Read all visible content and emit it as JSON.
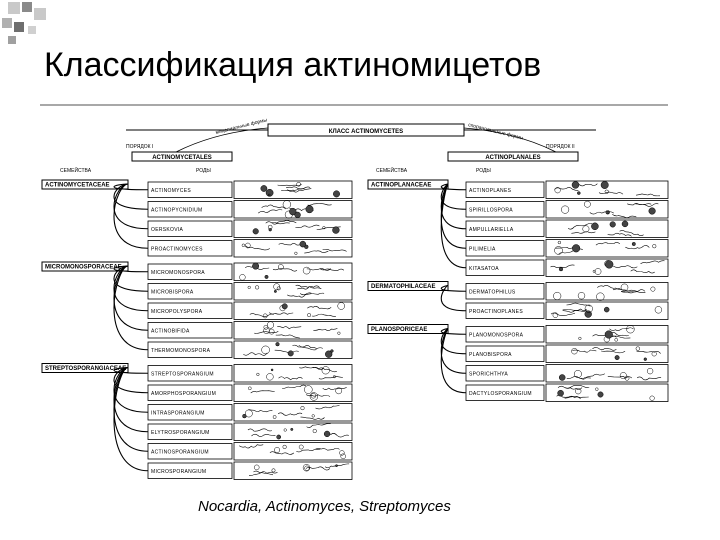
{
  "title": "Классификация актиномицетов",
  "caption": "Nocardia, Actinomyces, Streptomyces",
  "diagram": {
    "class_label": "КЛАСС  ACTINOMYCETES",
    "orders_left_header": "ПОРЯДОК I",
    "orders_right_header": "ПОРЯДОК II",
    "order_left": "ACTINOMYCETALES",
    "order_right": "ACTINOPLANALES",
    "arc_left_text": "мицелиальные формы",
    "arc_right_text": "спорангиальные формы",
    "col_family_left": "СЕМЕЙСТВА",
    "col_genus_left": "РОДЫ",
    "col_family_right": "СЕМЕЙСТВА",
    "col_genus_right": "РОДЫ",
    "left_families": [
      {
        "name": "ACTINOMYCETACEAE",
        "genera": [
          "ACTINOMYCES",
          "ACTINOPYCNIDIUM",
          "OERSKOVIA",
          "PROACTINOMYCES"
        ]
      },
      {
        "name": "MICROMONOSPORACEAE",
        "genera": [
          "MICROMONOSPORA",
          "MICROBISPORA",
          "MICROPOLYSPORA",
          "ACTINOBIFIDA",
          "THERMOMONOSPORA"
        ]
      },
      {
        "name": "STREPTOSPORANGIACEAE",
        "genera": [
          "STREPTOSPORANGIUM",
          "AMORPHOSPORANGIUM",
          "INTRASPORANGIUM",
          "ELYTROSPORANGIUM",
          "ACTINOSPORANGIUM",
          "MICROSPORANGIUM"
        ]
      }
    ],
    "right_families": [
      {
        "name": "ACTINOPLANACEAE",
        "genera": [
          "ACTINOPLANES",
          "SPIRILLOSPORA",
          "AMPULLARIELLA",
          "PILIMELIA",
          "KITASATOA"
        ]
      },
      {
        "name": "DERMATOPHILACEAE",
        "genera": [
          "DERMATOPHILUS",
          "PROACTINOPLANES"
        ]
      },
      {
        "name": "PLANOSPORICEAE",
        "genera": [
          "PLANOMONOSPORA",
          "PLANOBISPORA",
          "SPORICHTHYA",
          "DACTYLOSPORANGIUM"
        ]
      }
    ]
  }
}
